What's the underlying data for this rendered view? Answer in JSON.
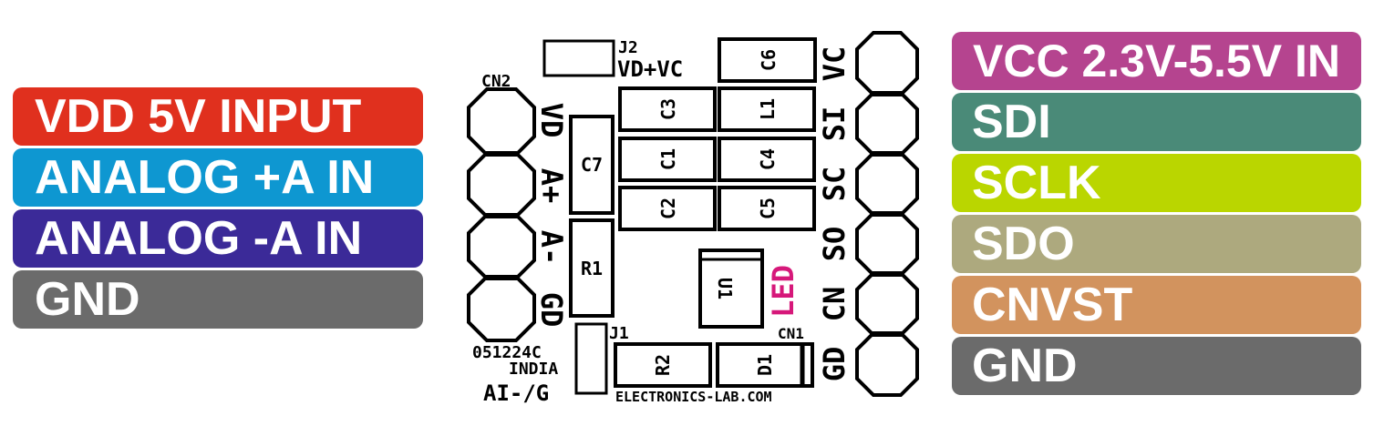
{
  "left_pins": [
    {
      "label": "VDD 5V INPUT",
      "color": "#e0301e"
    },
    {
      "label": "ANALOG +A IN",
      "color": "#0e97d1"
    },
    {
      "label": "ANALOG -A IN",
      "color": "#3b2a98"
    },
    {
      "label": "GND",
      "color": "#6b6b6b"
    }
  ],
  "right_pins": [
    {
      "label": "VCC 2.3V-5.5V IN",
      "color": "#b5448f"
    },
    {
      "label": "SDI",
      "color": "#4a8a78"
    },
    {
      "label": "SCLK",
      "color": "#bad600"
    },
    {
      "label": "SDO",
      "color": "#ada97e"
    },
    {
      "label": "CNVST",
      "color": "#d2935e"
    },
    {
      "label": "GND",
      "color": "#6b6b6b"
    }
  ],
  "board": {
    "connector_cn2": "CN2",
    "connector_cn1": "CN1",
    "jumper_j2": "J2",
    "jumper_j2_label": "VD+VC",
    "jumper_j1": "J1",
    "cn2_pins": [
      "VD",
      "A+",
      "A-",
      "GD"
    ],
    "cn1_pins": [
      "VC",
      "SI",
      "SC",
      "SO",
      "CN",
      "GD"
    ],
    "components": {
      "c6": "C6",
      "c3": "C3",
      "l1": "L1",
      "c1": "C1",
      "c4": "C4",
      "c2": "C2",
      "c5": "C5",
      "c7": "C7",
      "r1": "R1",
      "u1": "U1",
      "r2": "R2",
      "d1": "D1"
    },
    "led_label": "LED",
    "led_color": "#d6187a",
    "code": "051224C",
    "country": "INDIA",
    "jumper_j1_label": "AI-/G",
    "website": "ELECTRONICS-LAB.COM"
  }
}
